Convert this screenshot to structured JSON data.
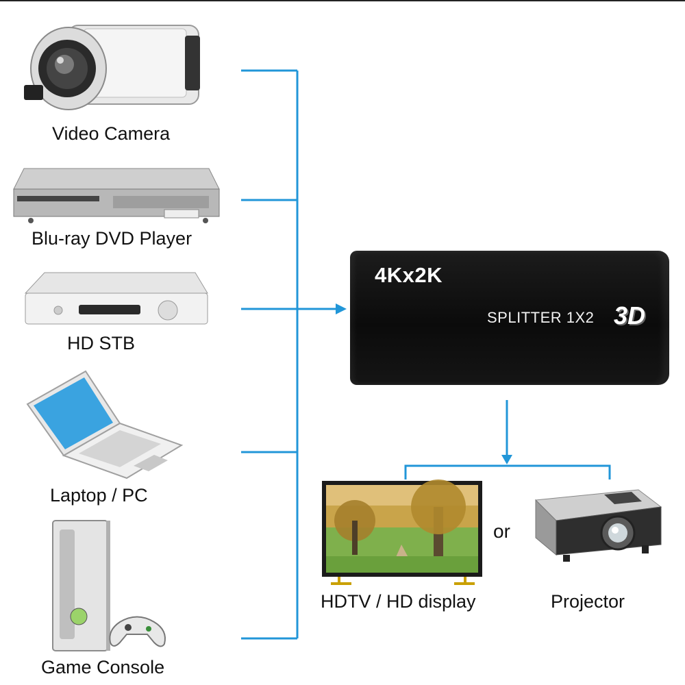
{
  "inputs": [
    {
      "label": "Video Camera",
      "icon": "video-camera-icon"
    },
    {
      "label": "Blu-ray DVD Player",
      "icon": "dvd-player-icon"
    },
    {
      "label": "HD STB",
      "icon": "set-top-box-icon"
    },
    {
      "label": "Laptop / PC",
      "icon": "laptop-icon"
    },
    {
      "label": "Game Console",
      "icon": "game-console-icon"
    }
  ],
  "splitter": {
    "title": "4Kx2K",
    "subtitle": "SPLITTER 1X2",
    "badge": "3D",
    "icon": "hdmi-splitter-icon"
  },
  "outputs": [
    {
      "label": "HDTV / HD display",
      "icon": "tv-display-icon"
    },
    {
      "label": "Projector",
      "icon": "projector-icon"
    }
  ],
  "connector_word": "or",
  "colors": {
    "wire": "#2196d8",
    "splitter_body": "#111111",
    "text": "#111111"
  }
}
